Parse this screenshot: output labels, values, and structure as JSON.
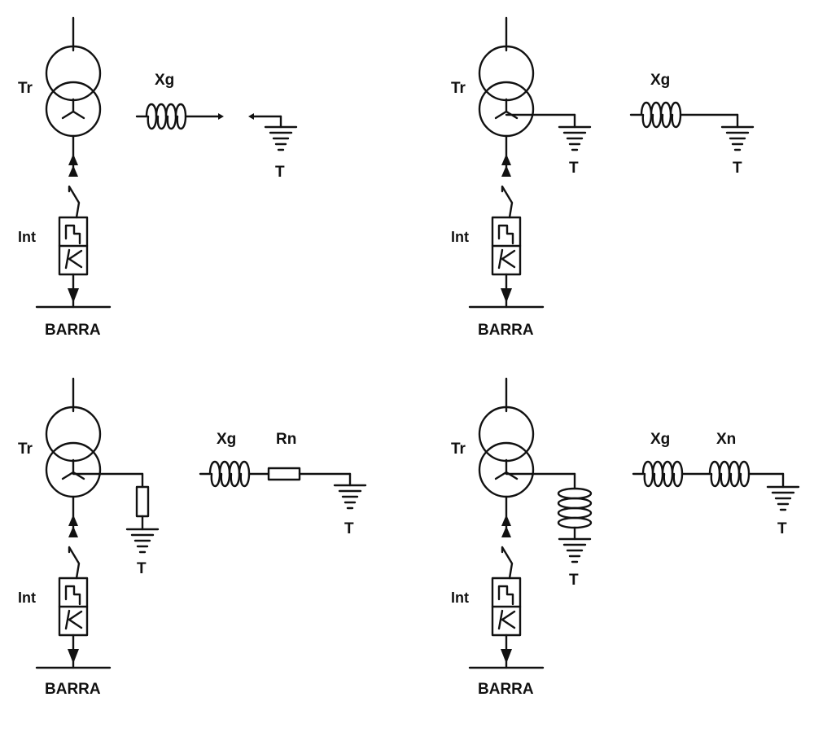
{
  "labels": {
    "transformer": "Tr",
    "breaker": "Int",
    "bus": "BARRA",
    "ground": "T",
    "reactance_g": "Xg",
    "resistance_n": "Rn",
    "reactance_n": "Xn"
  }
}
